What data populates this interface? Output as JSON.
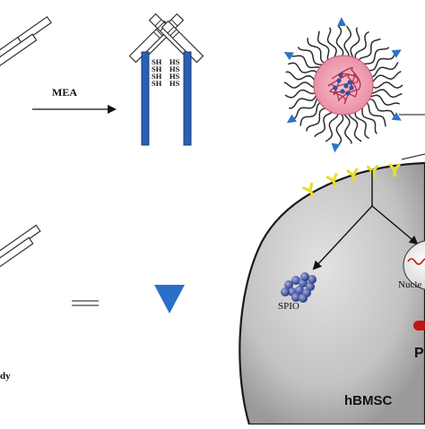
{
  "labels": {
    "reagent": "MEA",
    "thiol_left_1": "SH",
    "thiol_left_2": "SH",
    "thiol_left_3": "SH",
    "thiol_left_4": "SH",
    "thiol_right_1": "HS",
    "thiol_right_2": "HS",
    "thiol_right_3": "HS",
    "thiol_right_4": "HS",
    "spio": "SPIO",
    "nucleus_partial": "Nucle",
    "p_partial": "P",
    "antibody_partial": "dy",
    "cell": "hBMSC"
  },
  "colors": {
    "antibody_blue": "#2a5fb5",
    "antibody_frame": "#333333",
    "cell_gray": "#c4c4c4",
    "cell_edge": "#1a1a1a",
    "micelle_core": "#f0a8b8",
    "micelle_chain": "#2c2c2c",
    "peg_tip": "#2f73c8",
    "receptor": "#e8df2a",
    "spio_particle": "#3b4f9a",
    "plasmid_red": "#c41414",
    "triangle_blue": "#2a6fc9",
    "arrow": "#111111"
  }
}
